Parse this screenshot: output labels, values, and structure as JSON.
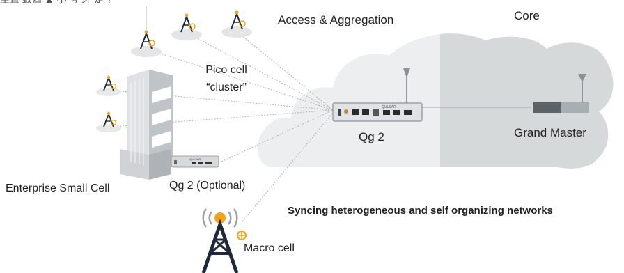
{
  "top_caption": "里直 致四 ▲ 小 兮 牙 足 ?",
  "labels": {
    "access": "Access & Aggregation",
    "core": "Core",
    "pico_line1": "Pico cell",
    "pico_line2": "“cluster”",
    "qg2": "Qg 2",
    "grand_master": "Grand Master",
    "enterprise": "Enterprise Small Cell",
    "qg2_optional": "Qg 2 (Optional)",
    "syncing": "Syncing heterogeneous and self organizing networks",
    "macro": "Macro cell"
  },
  "device_text": {
    "main": "QULSAR",
    "small": "QULSAR"
  },
  "colors": {
    "cloud_left": "#eceeef",
    "cloud_right": "#d6d9da",
    "building_light": "#e6e8ea",
    "building_dark": "#bfc4c8",
    "dotted_line": "#b4b4b4",
    "antenna_orange": "#f2a21b",
    "tower_dark": "#1e2a3c",
    "gm_dark": "#5d6266",
    "gm_light": "#a9aeb2"
  },
  "icons": [
    "pico-cell-icon",
    "macro-cell-tower-icon",
    "building-icon",
    "antenna-icon",
    "grand-master-device-icon",
    "qg2-device-icon"
  ]
}
